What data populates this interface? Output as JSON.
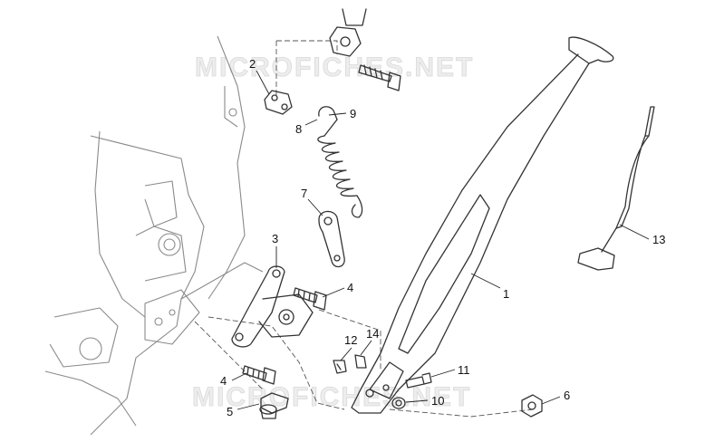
{
  "watermark": "MICROFICHES.NET",
  "callouts": [
    {
      "id": "1",
      "label": "1"
    },
    {
      "id": "2",
      "label": "2"
    },
    {
      "id": "3",
      "label": "3"
    },
    {
      "id": "4a",
      "label": "4"
    },
    {
      "id": "4b",
      "label": "4"
    },
    {
      "id": "5",
      "label": "5"
    },
    {
      "id": "6",
      "label": "6"
    },
    {
      "id": "7",
      "label": "7"
    },
    {
      "id": "8",
      "label": "8"
    },
    {
      "id": "9",
      "label": "9"
    },
    {
      "id": "10",
      "label": "10"
    },
    {
      "id": "11",
      "label": "11"
    },
    {
      "id": "12",
      "label": "12"
    },
    {
      "id": "13",
      "label": "13"
    },
    {
      "id": "14",
      "label": "14"
    }
  ]
}
